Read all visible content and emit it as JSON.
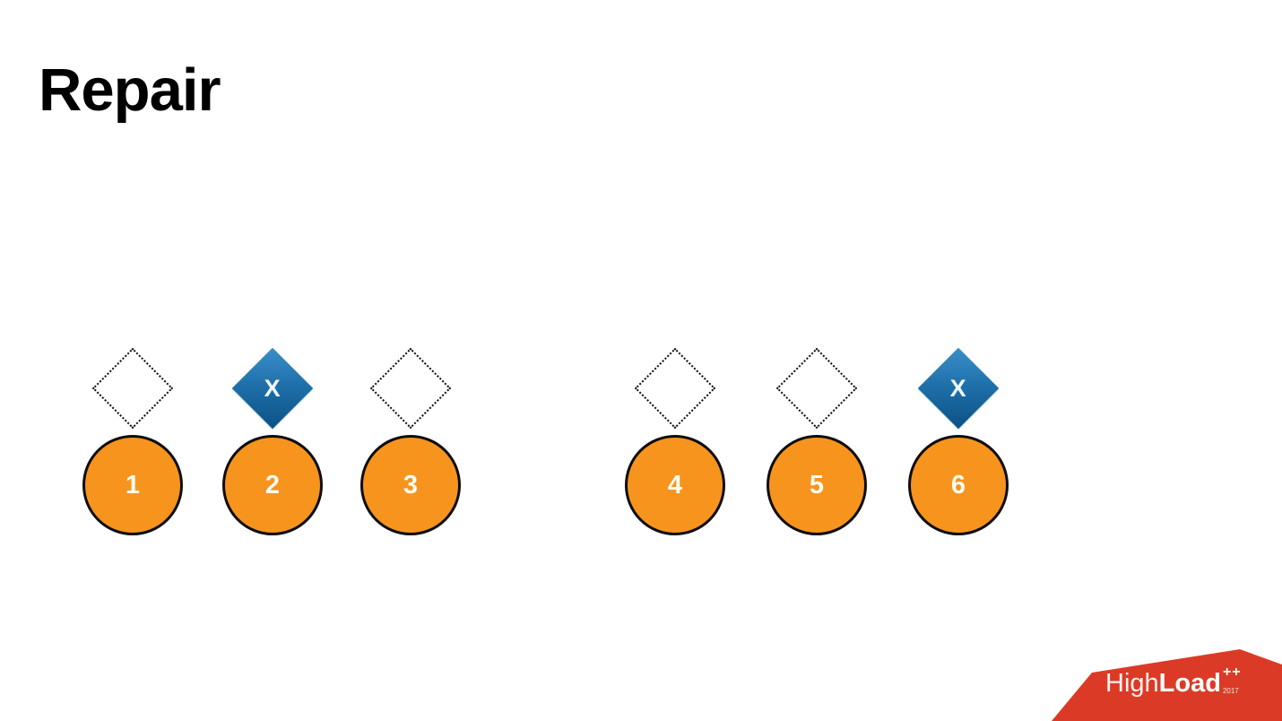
{
  "slide": {
    "title": "Repair"
  },
  "nodes": [
    {
      "label": "1",
      "state": "empty"
    },
    {
      "label": "2",
      "state": "failed",
      "mark": "X"
    },
    {
      "label": "3",
      "state": "empty"
    },
    {
      "label": "4",
      "state": "empty"
    },
    {
      "label": "5",
      "state": "empty"
    },
    {
      "label": "6",
      "state": "failed",
      "mark": "X"
    }
  ],
  "colors": {
    "node_fill": "#f7941e",
    "node_stroke": "#0d0d0d",
    "diamond_failed_light": "#3a8fc8",
    "diamond_failed_dark": "#0c5184",
    "banner_red": "#db3b26"
  },
  "logo": {
    "brand_light": "High",
    "brand_bold": "Load",
    "suffix": "++",
    "year": "2017"
  }
}
